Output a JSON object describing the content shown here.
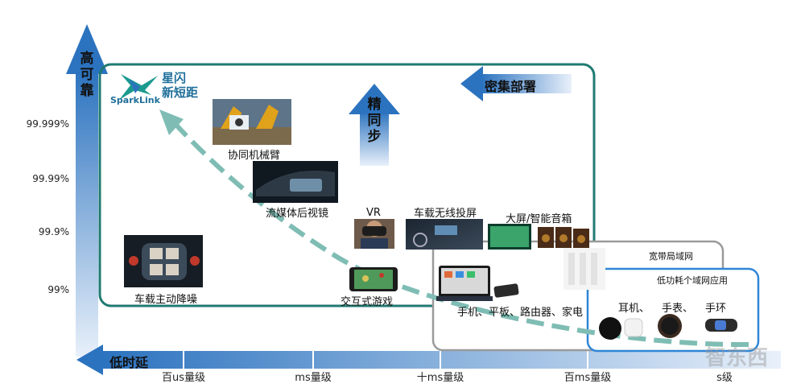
{
  "y_axis": {
    "label": "高可靠",
    "ticks": [
      "99%",
      "99.9%",
      "99.99%",
      "99.999%"
    ]
  },
  "x_axis": {
    "label": "低时延",
    "ticks": [
      "百us量级",
      "ms量级",
      "十ms量级",
      "百ms量级",
      "s级"
    ]
  },
  "logo": {
    "brand": "SparkLink",
    "title_line1": "星闪",
    "title_line2": "新短距"
  },
  "arrows": {
    "dense": "密集部署",
    "sync": "精同步"
  },
  "regions": {
    "broadband": "宽带局域网",
    "low_power": "低功耗个域网应用"
  },
  "applications": {
    "robot_arm": "协同机械臂",
    "streaming_mirror": "流媒体后视镜",
    "vr": "VR",
    "car_projection": "车载无线投屏",
    "smart_screen": "大屏/智能音箱",
    "noise_cancel": "车载主动降噪",
    "interactive_game": "交互式游戏",
    "consumer_devices": "手机、平板、路由器、家电",
    "earphones": "耳机、",
    "watch": "手表、",
    "band": "手环"
  },
  "watermark": "智东西",
  "colors": {
    "teal_frame": "#1f7a72",
    "gray_frame": "#9a9a9a",
    "blue_frame": "#2f86d6",
    "dash_curve": "#7fbdb4",
    "arrow_blue": "#2c73bf"
  }
}
